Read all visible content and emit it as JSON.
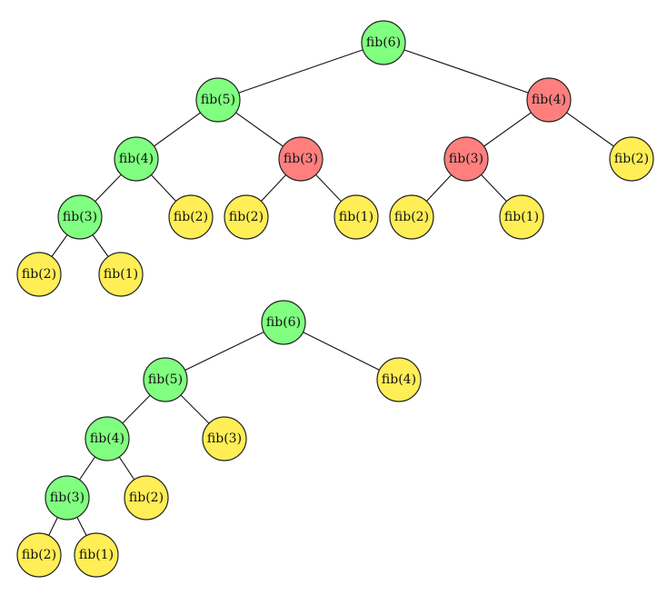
{
  "colors": {
    "computed": "#80ff80",
    "recomputed": "#ff7f7f",
    "base": "#ffee55"
  },
  "trees": [
    {
      "nodes": [
        {
          "id": "t1n1",
          "label": "fib(6)",
          "status": "computed"
        },
        {
          "id": "t1n2",
          "label": "fib(5)",
          "status": "computed"
        },
        {
          "id": "t1n3",
          "label": "fib(4)",
          "status": "recomputed"
        },
        {
          "id": "t1n4",
          "label": "fib(4)",
          "status": "computed"
        },
        {
          "id": "t1n5",
          "label": "fib(3)",
          "status": "recomputed"
        },
        {
          "id": "t1n6",
          "label": "fib(3)",
          "status": "recomputed"
        },
        {
          "id": "t1n7",
          "label": "fib(2)",
          "status": "base"
        },
        {
          "id": "t1n8",
          "label": "fib(3)",
          "status": "computed"
        },
        {
          "id": "t1n9",
          "label": "fib(2)",
          "status": "base"
        },
        {
          "id": "t1n10",
          "label": "fib(2)",
          "status": "base"
        },
        {
          "id": "t1n11",
          "label": "fib(1)",
          "status": "base"
        },
        {
          "id": "t1n12",
          "label": "fib(2)",
          "status": "base"
        },
        {
          "id": "t1n13",
          "label": "fib(1)",
          "status": "base"
        },
        {
          "id": "t1n14",
          "label": "fib(2)",
          "status": "base"
        },
        {
          "id": "t1n15",
          "label": "fib(1)",
          "status": "base"
        }
      ],
      "edges": [
        [
          "t1n1",
          "t1n2"
        ],
        [
          "t1n1",
          "t1n3"
        ],
        [
          "t1n2",
          "t1n4"
        ],
        [
          "t1n2",
          "t1n5"
        ],
        [
          "t1n3",
          "t1n6"
        ],
        [
          "t1n3",
          "t1n7"
        ],
        [
          "t1n4",
          "t1n8"
        ],
        [
          "t1n4",
          "t1n9"
        ],
        [
          "t1n5",
          "t1n10"
        ],
        [
          "t1n5",
          "t1n11"
        ],
        [
          "t1n6",
          "t1n12"
        ],
        [
          "t1n6",
          "t1n13"
        ],
        [
          "t1n8",
          "t1n14"
        ],
        [
          "t1n8",
          "t1n15"
        ]
      ]
    },
    {
      "nodes": [
        {
          "id": "t2n1",
          "label": "fib(6)",
          "status": "computed"
        },
        {
          "id": "t2n2",
          "label": "fib(5)",
          "status": "computed"
        },
        {
          "id": "t2n3",
          "label": "fib(4)",
          "status": "base"
        },
        {
          "id": "t2n4",
          "label": "fib(4)",
          "status": "computed"
        },
        {
          "id": "t2n5",
          "label": "fib(3)",
          "status": "base"
        },
        {
          "id": "t2n6",
          "label": "fib(3)",
          "status": "computed"
        },
        {
          "id": "t2n7",
          "label": "fib(2)",
          "status": "base"
        },
        {
          "id": "t2n8",
          "label": "fib(2)",
          "status": "base"
        },
        {
          "id": "t2n9",
          "label": "fib(1)",
          "status": "base"
        }
      ],
      "edges": [
        [
          "t2n1",
          "t2n2"
        ],
        [
          "t2n1",
          "t2n3"
        ],
        [
          "t2n2",
          "t2n4"
        ],
        [
          "t2n2",
          "t2n5"
        ],
        [
          "t2n4",
          "t2n6"
        ],
        [
          "t2n4",
          "t2n7"
        ],
        [
          "t2n6",
          "t2n8"
        ],
        [
          "t2n6",
          "t2n9"
        ]
      ]
    }
  ]
}
